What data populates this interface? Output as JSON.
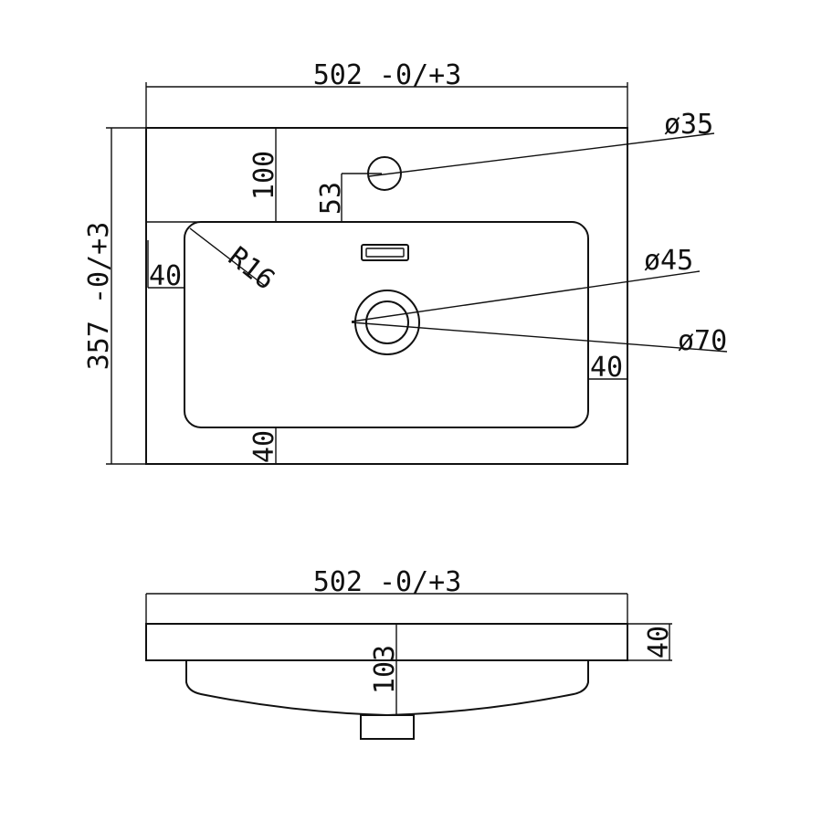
{
  "top_view": {
    "width_dim": "502 -0/+3",
    "height_dim": "357 -0/+3",
    "tap_hole_offset": "100",
    "tap_hole_to_bowl": "53",
    "tap_hole_diameter": "ø35",
    "corner_radius": "R16",
    "left_margin": "40",
    "right_margin": "40",
    "bottom_margin": "40",
    "waste_diameter_inner": "ø45",
    "waste_diameter_outer": "ø70"
  },
  "side_view": {
    "width_dim": "502 -0/+3",
    "deck_thickness": "40",
    "total_depth": "103"
  }
}
